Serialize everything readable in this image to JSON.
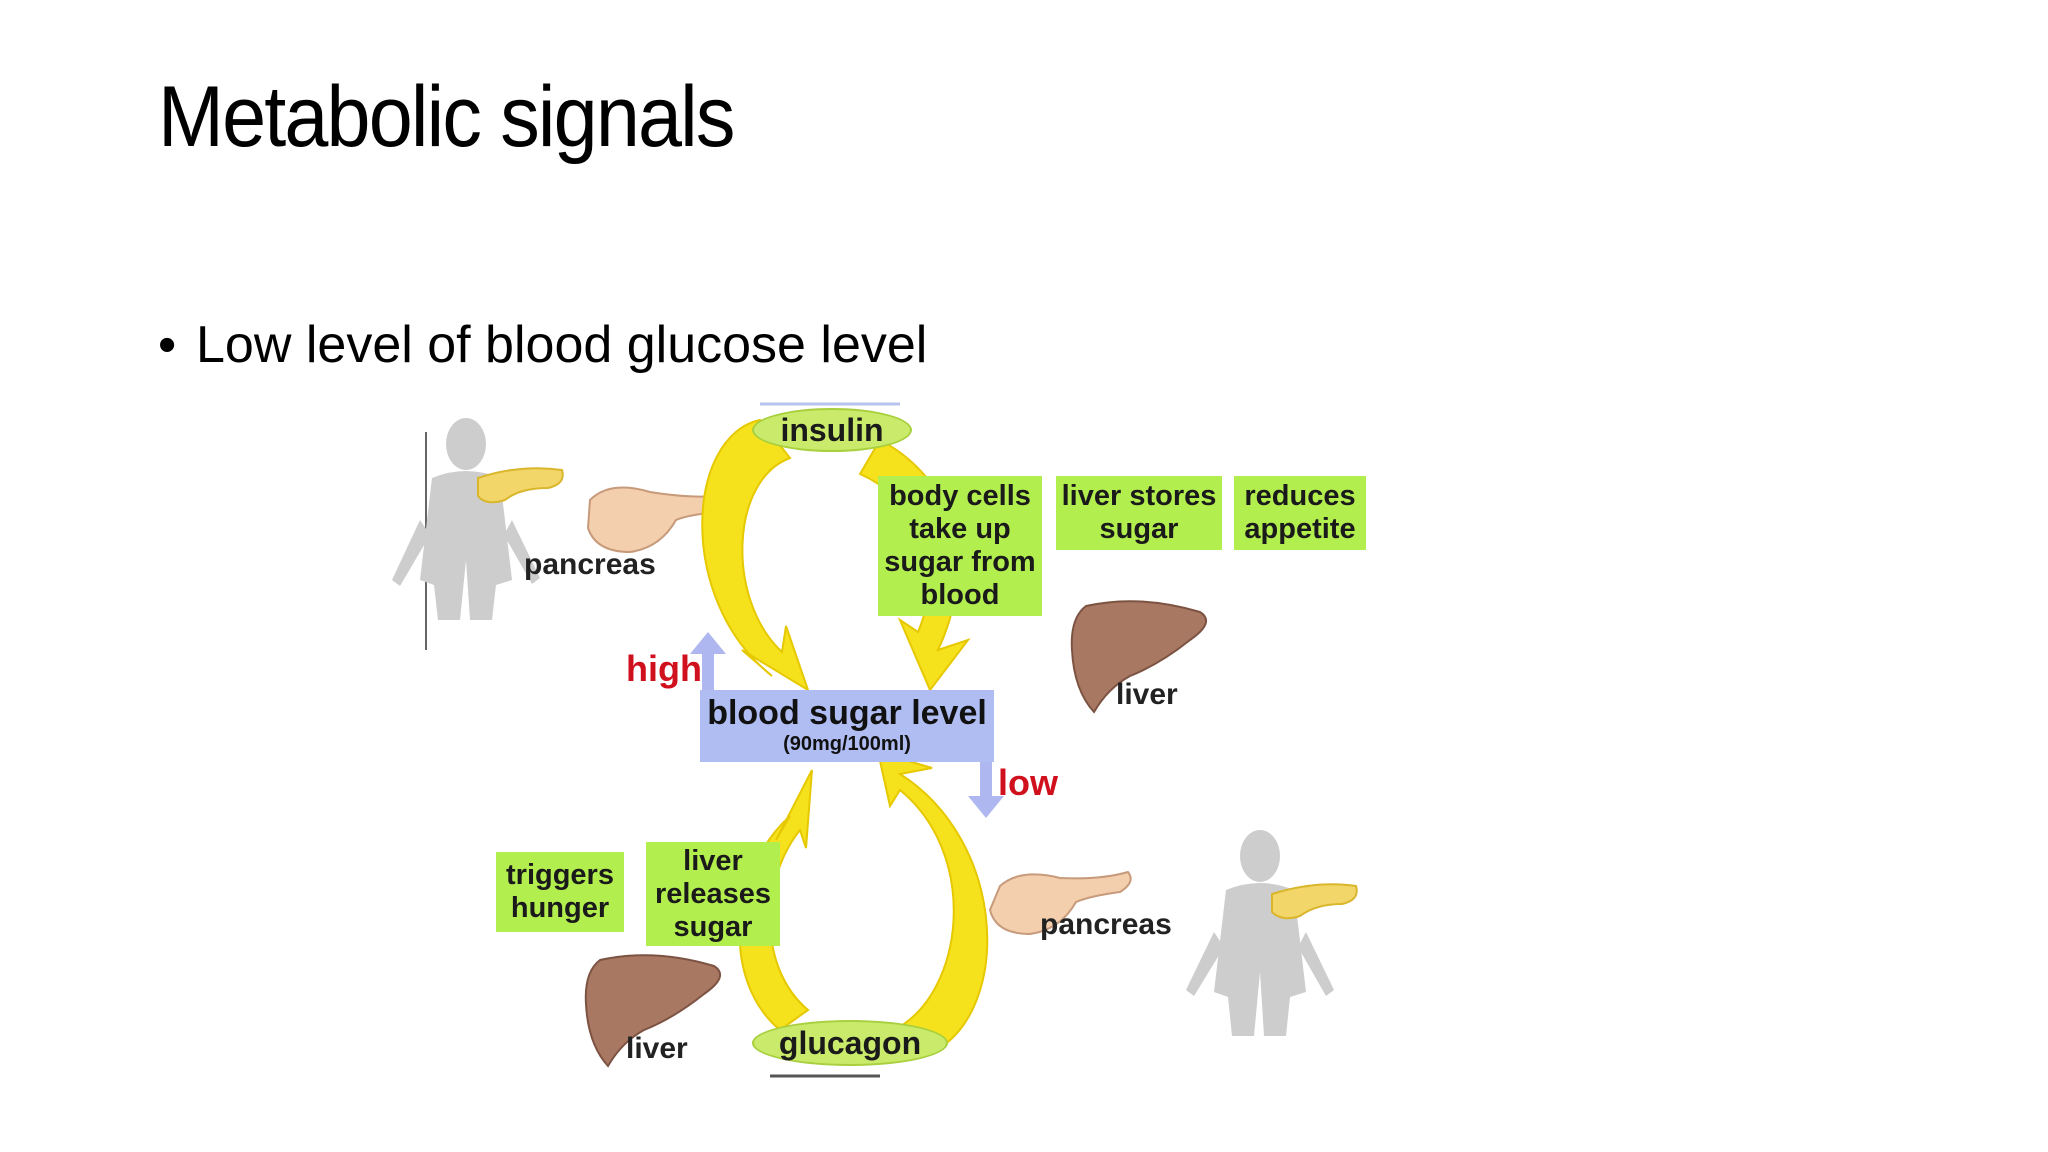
{
  "slide": {
    "title": "Metabolic signals",
    "bullet": "Low level of blood glucose level"
  },
  "diagram": {
    "insulin": "insulin",
    "glucagon": "glucagon",
    "blood_sugar_level": "blood sugar level",
    "blood_sugar_value": "(90mg/100ml)",
    "high": "high",
    "low": "low",
    "pancreas_top": "pancreas",
    "pancreas_bottom": "pancreas",
    "liver_top": "liver",
    "liver_bottom": "liver",
    "body_cells": "body cells take up sugar from blood",
    "liver_stores": "liver stores sugar",
    "reduces_appetite": "reduces appetite",
    "liver_releases": "liver releases sugar",
    "triggers_hunger": "triggers hunger"
  },
  "colors": {
    "arrow_yellow": "#f6e21c",
    "box_green": "#b3ee4f",
    "blood_box": "#b0bdf2",
    "red_text": "#d0101c",
    "liver_brown": "#a97862",
    "pancreas_beige": "#f3cfae",
    "silhouette": "#c9c9c9"
  }
}
